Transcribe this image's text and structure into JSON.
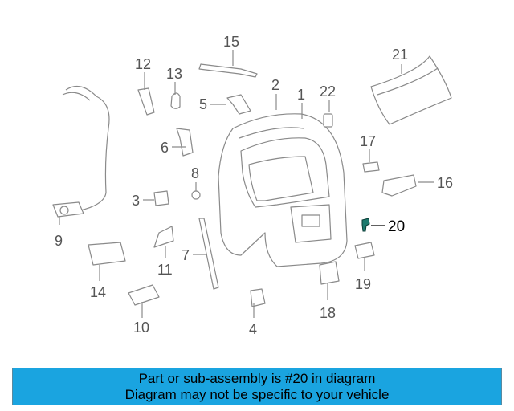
{
  "colors": {
    "banner_bg": "#1aa4e0",
    "part_stroke": "#8a8a8a",
    "highlight_part": "#1d7a6e"
  },
  "callouts": [
    {
      "id": "1",
      "label": "1"
    },
    {
      "id": "2",
      "label": "2"
    },
    {
      "id": "3",
      "label": "3"
    },
    {
      "id": "4",
      "label": "4"
    },
    {
      "id": "5",
      "label": "5"
    },
    {
      "id": "6",
      "label": "6"
    },
    {
      "id": "7",
      "label": "7"
    },
    {
      "id": "8",
      "label": "8"
    },
    {
      "id": "9",
      "label": "9"
    },
    {
      "id": "10",
      "label": "10"
    },
    {
      "id": "11",
      "label": "11"
    },
    {
      "id": "12",
      "label": "12"
    },
    {
      "id": "13",
      "label": "13"
    },
    {
      "id": "14",
      "label": "14"
    },
    {
      "id": "15",
      "label": "15"
    },
    {
      "id": "16",
      "label": "16"
    },
    {
      "id": "17",
      "label": "17"
    },
    {
      "id": "18",
      "label": "18"
    },
    {
      "id": "19",
      "label": "19"
    },
    {
      "id": "20",
      "label": "20"
    },
    {
      "id": "21",
      "label": "21"
    },
    {
      "id": "22",
      "label": "22"
    }
  ],
  "banner": {
    "line1": "Part or sub-assembly is #20 in diagram",
    "line2": "Diagram may not be specific to your vehicle"
  }
}
